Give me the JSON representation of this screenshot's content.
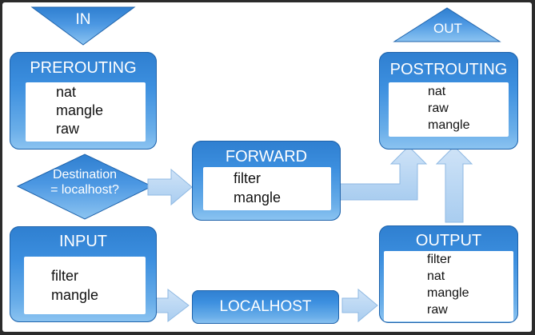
{
  "in_label": "IN",
  "out_label": "OUT",
  "decision": {
    "line1": "Destination",
    "line2": "= localhost?"
  },
  "prerouting": {
    "title": "PREROUTING",
    "items": [
      "nat",
      "mangle",
      "raw"
    ]
  },
  "forward": {
    "title": "FORWARD",
    "items": [
      "filter",
      "mangle"
    ]
  },
  "postrouting": {
    "title": "POSTROUTING",
    "items": [
      "nat",
      "raw",
      "mangle"
    ]
  },
  "input": {
    "title": "INPUT",
    "items": [
      "filter",
      "mangle"
    ]
  },
  "localhost": {
    "title": "LOCALHOST"
  },
  "output": {
    "title": "OUTPUT",
    "items": [
      "filter",
      "nat",
      "mangle",
      "raw"
    ]
  },
  "colors": {
    "box_blue": "#2f7fd0",
    "arrow_light": "#b9d6f3",
    "frame": "#2b2b2b"
  }
}
